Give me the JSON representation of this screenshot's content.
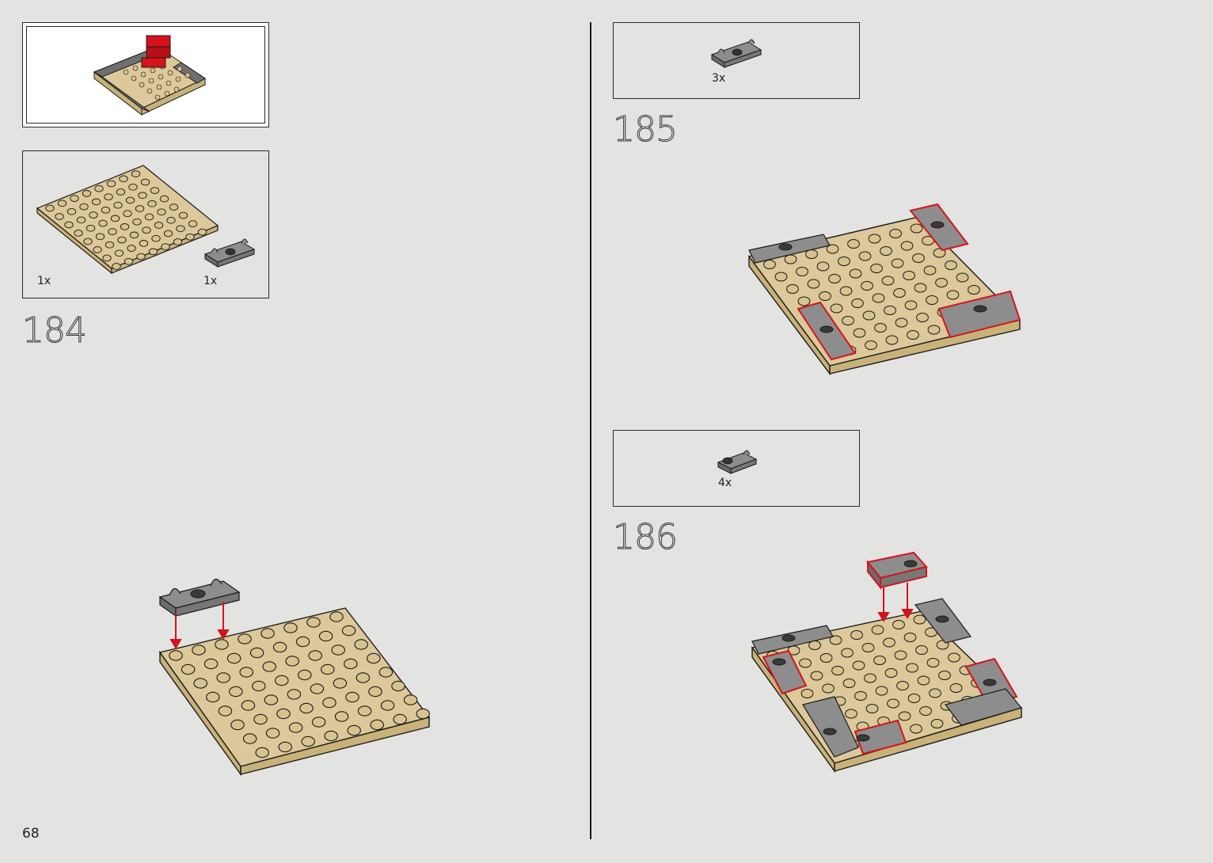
{
  "page": {
    "number": "68"
  },
  "colors": {
    "tan": "#dcc89a",
    "tan_side": "#c9b27a",
    "gray": "#8d8d8d",
    "gray_dark": "#6b6b6b",
    "red": "#d4141c",
    "outline": "#1a1a1a"
  },
  "left": {
    "preview": {
      "icon": "submodel-preview"
    },
    "parts": [
      {
        "qty": "1x",
        "part": "tan-plate-8x8"
      },
      {
        "qty": "1x",
        "part": "gray-clip-plate-1x3"
      }
    ],
    "step": "184"
  },
  "right": {
    "steps": [
      {
        "step": "185",
        "parts": [
          {
            "qty": "3x",
            "part": "gray-clip-plate-1x3"
          }
        ]
      },
      {
        "step": "186",
        "parts": [
          {
            "qty": "4x",
            "part": "gray-clip-plate-1x2"
          }
        ]
      }
    ]
  }
}
